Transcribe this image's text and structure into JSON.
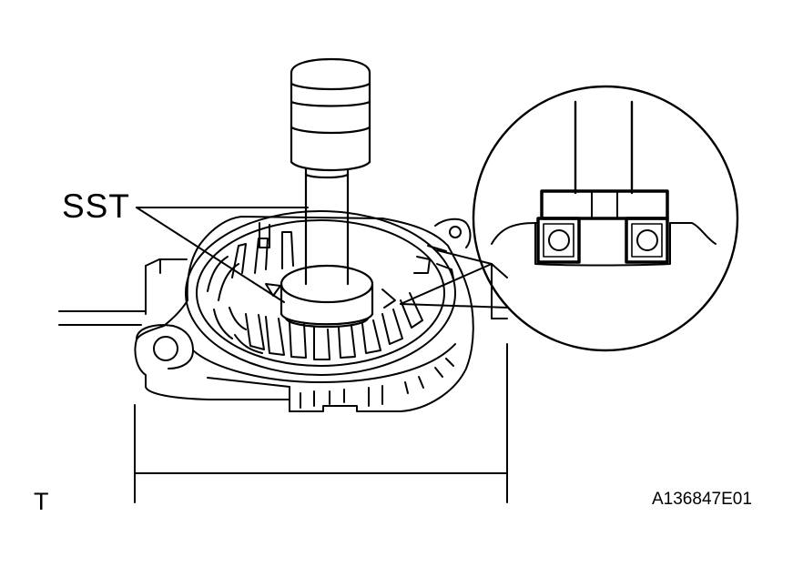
{
  "labels": {
    "sst": "SST",
    "view_marker": "T",
    "figure_code": "A136847E01"
  },
  "colors": {
    "line": "#000000",
    "background": "#ffffff"
  }
}
